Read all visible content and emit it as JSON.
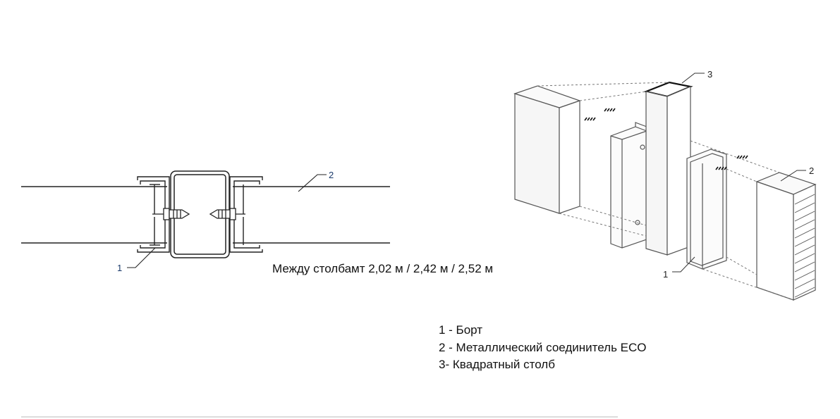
{
  "left_drawing": {
    "callout_1": "1",
    "callout_2": "2"
  },
  "right_drawing": {
    "callout_1": "1",
    "callout_2": "2",
    "callout_3": "3"
  },
  "spacing_note": "Между столбамт 2,02 м / 2,42 м / 2,52 м",
  "legend": {
    "items": [
      "1 - Борт",
      "2 - Металлический соединитель ECO",
      "3- Квадратный столб"
    ]
  }
}
